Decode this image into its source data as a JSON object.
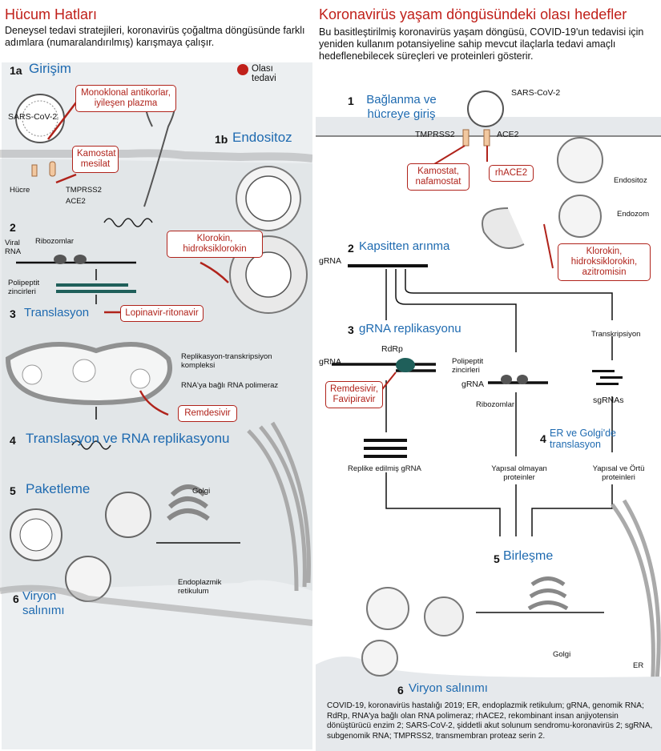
{
  "left": {
    "title": "Hücum Hatları",
    "intro": "Deneysel tedavi stratejileri, koronavirüs çoğaltma döngüsünde farklı adımlara (numaralandırılmış) karışmaya çalışır.",
    "legend": "Olası tedavi",
    "steps": {
      "s1a_num": "1a",
      "s1a_title": "Girişim",
      "s1b_num": "1b",
      "s1b_title": "Endositoz",
      "s2_num": "2",
      "s3_num": "3",
      "s3_title": "Translasyon",
      "s4_num": "4",
      "s4_title": "Translasyon ve RNA replikasyonu",
      "s5_num": "5",
      "s5_title": "Paketleme",
      "s6_num": "6",
      "s6_title": "Viryon salınımı"
    },
    "labels": {
      "sars": "SARS-CoV-2",
      "hucre": "Hücre",
      "tmprss2": "TMPRSS2",
      "ace2": "ACE2",
      "viral_rna": "Viral RNA",
      "ribozomlar": "Ribozomlar",
      "polipeptit": "Polipeptit zincirleri",
      "replikasyon": "Replikasyon-transkripsiyon kompleksi",
      "rna_pol": "RNA'ya bağlı RNA polimeraz",
      "golgi": "Golgi",
      "er": "Endoplazmik retikulum"
    },
    "drugs": {
      "monoklonal": "Monoklonal antikorlar, iyileşen plazma",
      "kamostat": "Kamostat mesilat",
      "klorokin": "Klorokin, hidroksiklorokin",
      "lopinavir": "Lopinavir-ritonavir",
      "remdesivir": "Remdesivir"
    }
  },
  "right": {
    "title": "Koronavirüs yaşam döngüsündeki olası hedefler",
    "intro": "Bu basitleştirilmiş koronavirüs yaşam döngüsü, COVID-19'un tedavisi için yeniden kullanım potansiyeline sahip mevcut ilaçlarla tedavi amaçlı hedeflenebilecek süreçleri ve proteinleri gösterir.",
    "steps": {
      "s1_num": "1",
      "s1_title": "Bağlanma ve hücreye giriş",
      "s2_num": "2",
      "s2_title": "Kapsitten arınma",
      "s3_num": "3",
      "s3_title": "gRNA replikasyonu",
      "s4_num": "4",
      "s4_title": "ER ve Golgi'de translasyon",
      "s5_num": "5",
      "s5_title": "Birleşme",
      "s6_num": "6",
      "s6_title": "Viryon salınımı"
    },
    "labels": {
      "sars": "SARS-CoV-2",
      "tmprss2": "TMPRSS2",
      "ace2": "ACE2",
      "endositoz": "Endositoz",
      "endozom": "Endozom",
      "grna": "gRNA",
      "grna2": "gRNA",
      "grna3": "gRNA",
      "rdrp": "RdRp",
      "polipeptit": "Polipeptit zincirleri",
      "ribozomlar": "Ribozomlar",
      "transkripsiyon": "Transkripsiyon",
      "sgrnas": "sgRNAs",
      "replike": "Replike edilmiş gRNA",
      "yapisal_olmayan": "Yapısal olmayan proteinler",
      "yapisal_ortu": "Yapısal ve Örtü proteinleri",
      "golgi": "Golgi",
      "er": "ER"
    },
    "drugs": {
      "kamostat": "Kamostat, nafamostat",
      "rhace2": "rhACE2",
      "klorokin": "Klorokin, hidroksiklorokin, azitromisin",
      "remdesivir": "Remdesivir, Favipiravir"
    },
    "footnote": "COVID-19, koronavirüs hastalığı 2019; ER, endoplazmik retikulum;  gRNA, genomik RNA; RdRp, RNA'ya bağlı olan RNA polimeraz; rhACE2, rekombinant insan anjiyotensin dönüştürücü enzim 2; SARS-CoV-2, şiddetli akut solunum sendromu-koronavirüs 2; sgRNA, subgenomik RNA;  TMPRSS2, transmembran proteaz serin 2."
  },
  "colors": {
    "accent_blue": "#1e6ab0",
    "drug_red": "#b0231b",
    "spike_teal": "#1f5f5a",
    "panel_gray": "#eceff1"
  }
}
